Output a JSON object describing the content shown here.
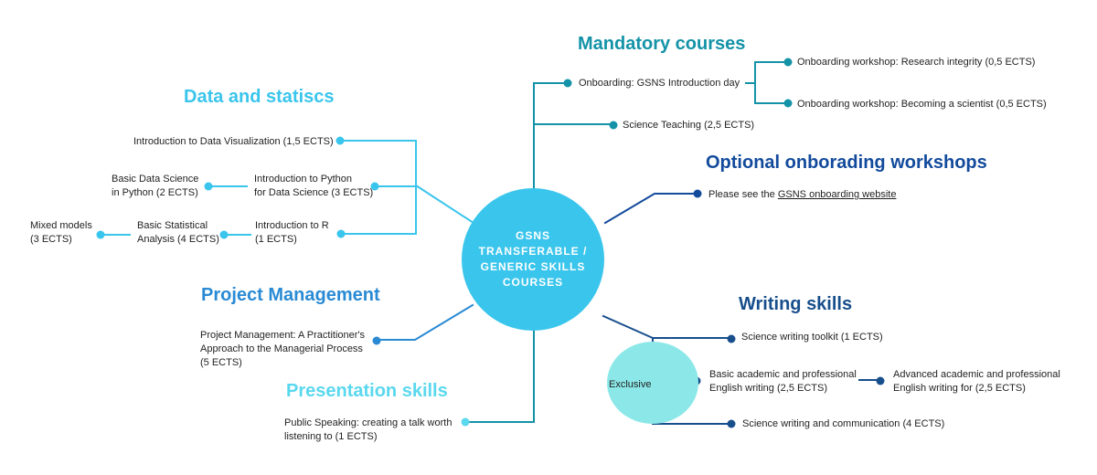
{
  "center": {
    "lines": [
      "GSNS",
      "TRANSFERABLE /",
      "GENERIC SKILLS",
      "COURSES"
    ]
  },
  "headings": {
    "mandatory": "Mandatory courses",
    "data": "Data and statiscs",
    "optional": "Optional onborading workshops",
    "project": "Project Management",
    "writing": "Writing skills",
    "presentation": "Presentation skills"
  },
  "colors": {
    "hub": "#3ac5ec",
    "mandatory": "#1493a8",
    "data": "#3ac5ec",
    "optional": "#124a9c",
    "project": "#2a8ad4",
    "writing": "#174e8c",
    "presentation": "#5ad8ee",
    "exclusive": "#8ce8e8"
  },
  "mandatory": {
    "onboarding": "Onboarding: GSNS Introduction day",
    "research_integrity": "Onboarding workshop: Research integrity (0,5 ECTS)",
    "becoming_scientist": "Onboarding workshop: Becoming a scientist (0,5 ECTS)",
    "science_teaching": "Science Teaching (2,5 ECTS)"
  },
  "data_stats": {
    "data_vis": "Introduction to Data Visualization (1,5 ECTS)",
    "intro_python": [
      "Introduction to Python",
      "for Data Science (3 ECTS)"
    ],
    "basic_ds": [
      "Basic Data Science",
      "in Python (2 ECTS)"
    ],
    "intro_r": [
      "Introduction to R",
      "(1 ECTS)"
    ],
    "basic_stats": [
      "Basic Statistical",
      "Analysis (4 ECTS)"
    ],
    "mixed_models": [
      "Mixed models",
      "(3 ECTS)"
    ]
  },
  "optional": {
    "prefix": "Please see the",
    "link": "GSNS onboarding website"
  },
  "project": {
    "course": [
      "Project Management: A Practitioner's",
      "Approach to the Managerial Process",
      "(5 ECTS)"
    ]
  },
  "writing": {
    "toolkit": "Science writing toolkit (1 ECTS)",
    "basic_english": [
      "Basic academic and professional",
      "English writing (2,5 ECTS)"
    ],
    "advanced_english": [
      "Advanced academic and professional",
      "English writing for (2,5 ECTS)"
    ],
    "communication": "Science writing and communication (4 ECTS)",
    "exclusive": "Exclusive"
  },
  "presentation": {
    "public_speaking": [
      "Public Speaking: creating a talk worth",
      "listening to (1 ECTS)"
    ]
  }
}
